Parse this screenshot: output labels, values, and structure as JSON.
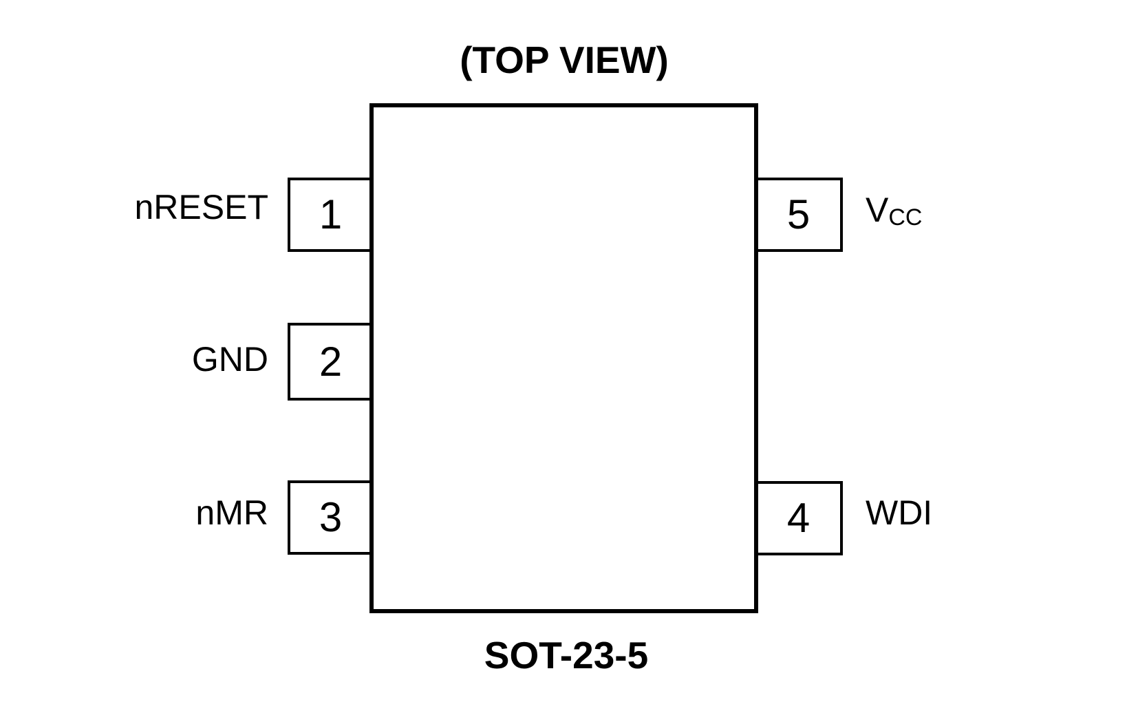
{
  "diagram": {
    "title": "(TOP VIEW)",
    "package": "SOT-23-5",
    "view": "top",
    "colors": {
      "background": "#ffffff",
      "line": "#000000",
      "text": "#000000"
    },
    "pins": [
      {
        "number": "1",
        "label": "nRESET",
        "side": "left"
      },
      {
        "number": "2",
        "label": "GND",
        "side": "left"
      },
      {
        "number": "3",
        "label": "nMR",
        "side": "left"
      },
      {
        "number": "4",
        "label": "WDI",
        "side": "right"
      },
      {
        "number": "5",
        "label": "V",
        "label_subscript": "CC",
        "side": "right"
      }
    ]
  }
}
